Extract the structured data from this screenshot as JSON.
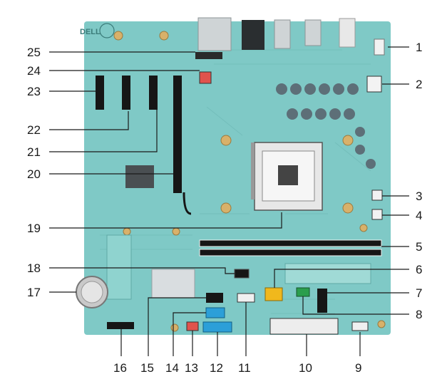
{
  "board": {
    "brand_logo": "DELL",
    "accent": {
      "board": "#7fc9c6",
      "board_dark": "#5fa9a6",
      "slot_black": "#161616",
      "callout": "#1a1a1a",
      "sata_yellow": "#f0b81c",
      "sata_blue": "#2c9fd8",
      "header_red": "#e0534d",
      "header_green": "#2b9e4d"
    }
  },
  "callouts": [
    {
      "id": "1",
      "label": "1"
    },
    {
      "id": "2",
      "label": "2"
    },
    {
      "id": "3",
      "label": "3"
    },
    {
      "id": "4",
      "label": "4"
    },
    {
      "id": "5",
      "label": "5"
    },
    {
      "id": "6",
      "label": "6"
    },
    {
      "id": "7",
      "label": "7"
    },
    {
      "id": "8",
      "label": "8"
    },
    {
      "id": "9",
      "label": "9"
    },
    {
      "id": "10",
      "label": "10"
    },
    {
      "id": "11",
      "label": "11"
    },
    {
      "id": "12",
      "label": "12"
    },
    {
      "id": "13",
      "label": "13"
    },
    {
      "id": "14",
      "label": "14"
    },
    {
      "id": "15",
      "label": "15"
    },
    {
      "id": "16",
      "label": "16"
    },
    {
      "id": "17",
      "label": "17"
    },
    {
      "id": "18",
      "label": "18"
    },
    {
      "id": "19",
      "label": "19"
    },
    {
      "id": "20",
      "label": "20"
    },
    {
      "id": "21",
      "label": "21"
    },
    {
      "id": "22",
      "label": "22"
    },
    {
      "id": "23",
      "label": "23"
    },
    {
      "id": "24",
      "label": "24"
    },
    {
      "id": "25",
      "label": "25"
    }
  ]
}
